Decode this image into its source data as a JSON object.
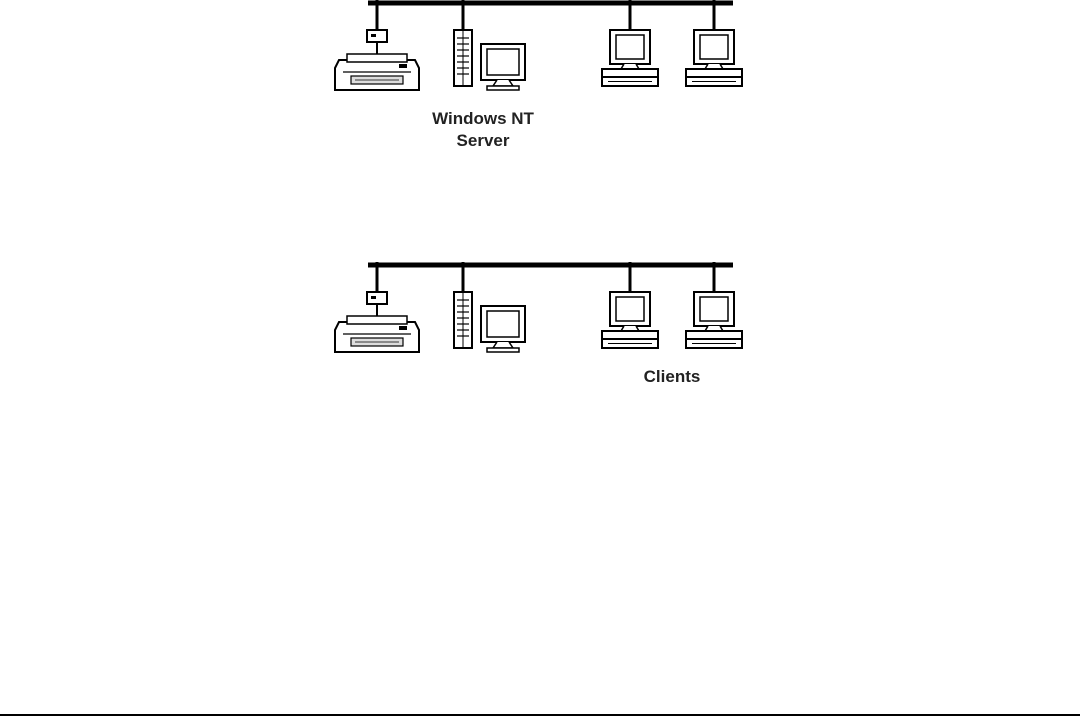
{
  "network_1": {
    "server_label_line1": "Windows NT",
    "server_label_line2": "Server"
  },
  "network_2": {
    "clients_label": "Clients"
  },
  "icons": {
    "printer": "printer-icon",
    "server_tower": "server-tower-icon",
    "monitor": "monitor-icon",
    "client_workstation": "client-workstation-icon"
  },
  "colors": {
    "line": "#000000",
    "fill": "#ffffff",
    "shade": "#d9d9d9"
  }
}
